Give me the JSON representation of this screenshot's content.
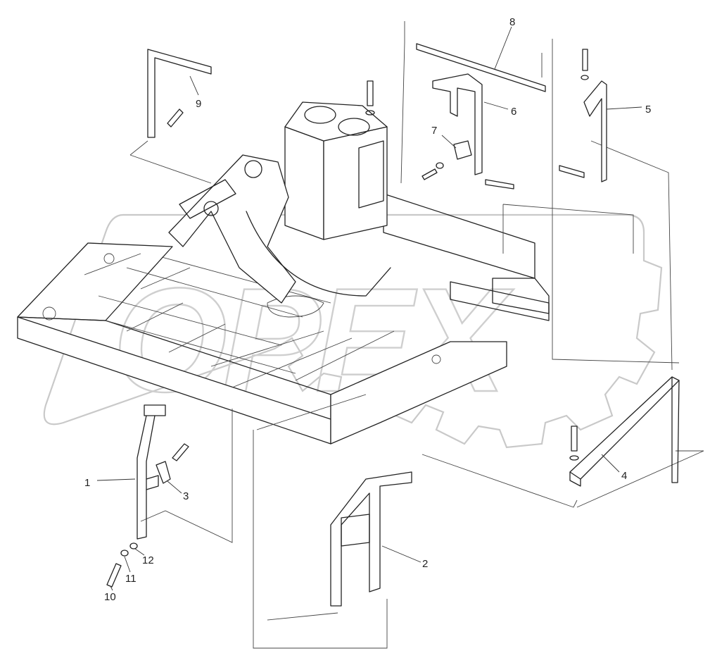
{
  "watermark": {
    "text": "OPEX"
  },
  "callouts": [
    {
      "id": "1",
      "text": "1"
    },
    {
      "id": "2",
      "text": "2"
    },
    {
      "id": "3",
      "text": "3"
    },
    {
      "id": "4",
      "text": "4"
    },
    {
      "id": "5",
      "text": "5"
    },
    {
      "id": "6",
      "text": "6"
    },
    {
      "id": "7",
      "text": "7"
    },
    {
      "id": "8",
      "text": "8"
    },
    {
      "id": "9",
      "text": "9"
    },
    {
      "id": "10",
      "text": "10"
    },
    {
      "id": "11",
      "text": "11"
    },
    {
      "id": "12",
      "text": "12"
    }
  ]
}
